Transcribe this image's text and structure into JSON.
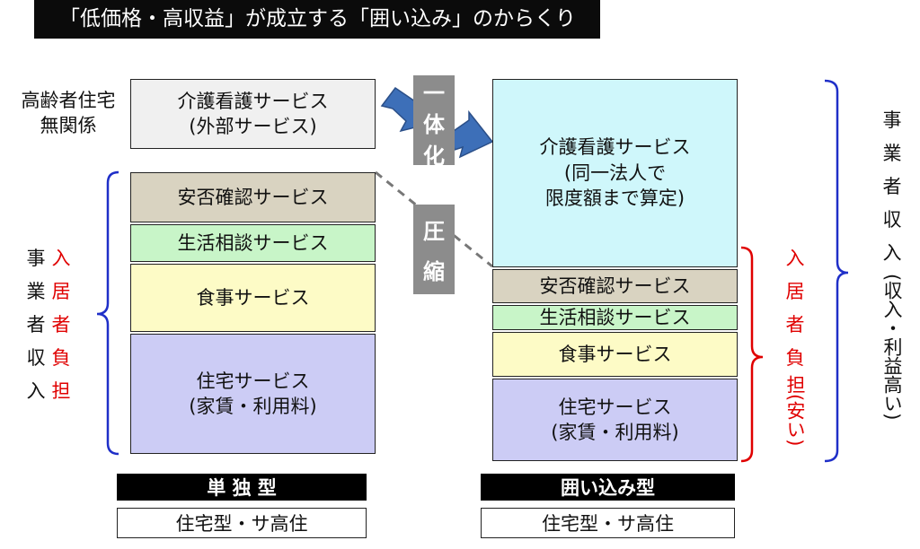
{
  "title": "「低価格・高収益」が成立する「囲い込み」のからくり",
  "left": {
    "external_note": "高齢者住宅\n無関係",
    "external_box": "介護看護サービス\n(外部サービス)",
    "boxes": [
      {
        "label": "安否確認サービス",
        "color": "#d9d3c1"
      },
      {
        "label": "生活相談サービス",
        "color": "#c8f5c8"
      },
      {
        "label": "食事サービス",
        "color": "#fdfbc6"
      },
      {
        "label": "住宅サービス\n(家賃・利用料)",
        "color": "#ccccf5"
      }
    ],
    "side_black": [
      "事",
      "業",
      "者",
      "収",
      "入"
    ],
    "side_red": [
      "入",
      "居",
      "者",
      "負",
      "担"
    ],
    "type_label": "単 独 型",
    "sub_label": "住宅型・サ高住"
  },
  "middle": {
    "integrate": [
      "一",
      "体",
      "化"
    ],
    "compress": [
      "圧",
      "縮"
    ]
  },
  "right": {
    "top_box": "介護看護サービス\n(同一法人で\n限度額まで算定)",
    "top_color": "#cff7fb",
    "boxes": [
      {
        "label": "安否確認サービス",
        "color": "#d9d3c1"
      },
      {
        "label": "生活相談サービス",
        "color": "#c8f5c8"
      },
      {
        "label": "食事サービス",
        "color": "#fdfbc6"
      },
      {
        "label": "住宅サービス\n(家賃・利用料)",
        "color": "#ccccf5"
      }
    ],
    "red_side": [
      "入",
      "居",
      "者",
      "負",
      "担(安い)"
    ],
    "far_side": [
      "事",
      "業",
      "者",
      "収",
      "入",
      "(収入・利益高い)"
    ],
    "type_label": "囲い込み型",
    "sub_label": "住宅型・サ高住"
  },
  "colors": {
    "bracket_blue": "#1f2fc8",
    "bracket_red": "#e00000",
    "arrow_blue": "#3d6fb8",
    "gray_note_box": "#f0f0f0"
  }
}
